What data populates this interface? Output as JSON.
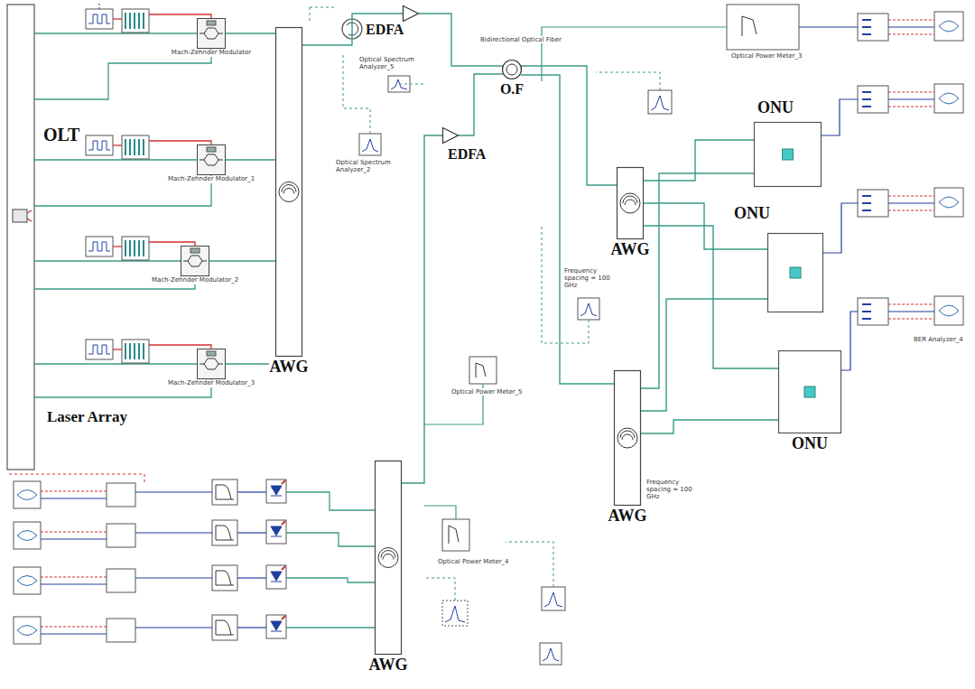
{
  "diagram": {
    "nodes": [
      {
        "text": [
          "Mach-Zehnder Modulator"
        ]
      },
      {
        "text": [
          "Mach-Zehnder Modulator_1"
        ]
      },
      {
        "text": [
          "Mach-Zehnder Modulator_2"
        ]
      },
      {
        "text": [
          "Mach-Zehnder Modulator_3"
        ]
      },
      {
        "text": [
          "AWG"
        ]
      },
      {
        "text": [
          "EDFA"
        ]
      },
      {
        "text": [
          "EDFA"
        ]
      },
      {
        "text": [
          "O.F"
        ]
      },
      {
        "text": [
          "AWG"
        ]
      },
      {
        "text": [
          "ONU"
        ]
      },
      {
        "text": [
          "ONU"
        ]
      },
      {
        "text": [
          "ONU"
        ]
      },
      {
        "text": [
          "AWG"
        ]
      },
      {
        "text": [
          "AWG"
        ]
      }
    ],
    "edges": [
      {
        "from": 0,
        "to": 4,
        "arrow": "none"
      },
      {
        "from": 1,
        "to": 4,
        "arrow": "none"
      },
      {
        "from": 2,
        "to": 4,
        "arrow": "none"
      },
      {
        "from": 3,
        "to": 4,
        "arrow": "none"
      },
      {
        "from": 4,
        "to": 5,
        "arrow": "none"
      },
      {
        "from": 5,
        "to": 7,
        "arrow": "none"
      },
      {
        "from": 7,
        "to": 8,
        "arrow": "none"
      },
      {
        "from": 8,
        "to": 9,
        "arrow": "none"
      },
      {
        "from": 8,
        "to": 10,
        "arrow": "none"
      },
      {
        "from": 8,
        "to": 11,
        "arrow": "none"
      },
      {
        "from": 9,
        "to": 12,
        "arrow": "none"
      },
      {
        "from": 10,
        "to": 12,
        "arrow": "none"
      },
      {
        "from": 11,
        "to": 12,
        "arrow": "none"
      },
      {
        "from": 12,
        "to": 7,
        "arrow": "none"
      },
      {
        "from": 7,
        "to": 6,
        "arrow": "none"
      },
      {
        "from": 6,
        "to": 13,
        "arrow": "none"
      }
    ],
    "labels": [
      "OLT",
      "Laser Array",
      "Optical Spectrum Analyzer_5",
      "Optical Spectrum Analyzer_2",
      "Bidirectional Optical Fiber",
      "Optical Power Meter_3",
      "Frequency spacing = 100 GHz",
      "Frequency spacing = 100 GHz",
      "Optical Power Meter_5",
      "Optical Power Meter_4",
      "BER Analyzer_4"
    ]
  }
}
